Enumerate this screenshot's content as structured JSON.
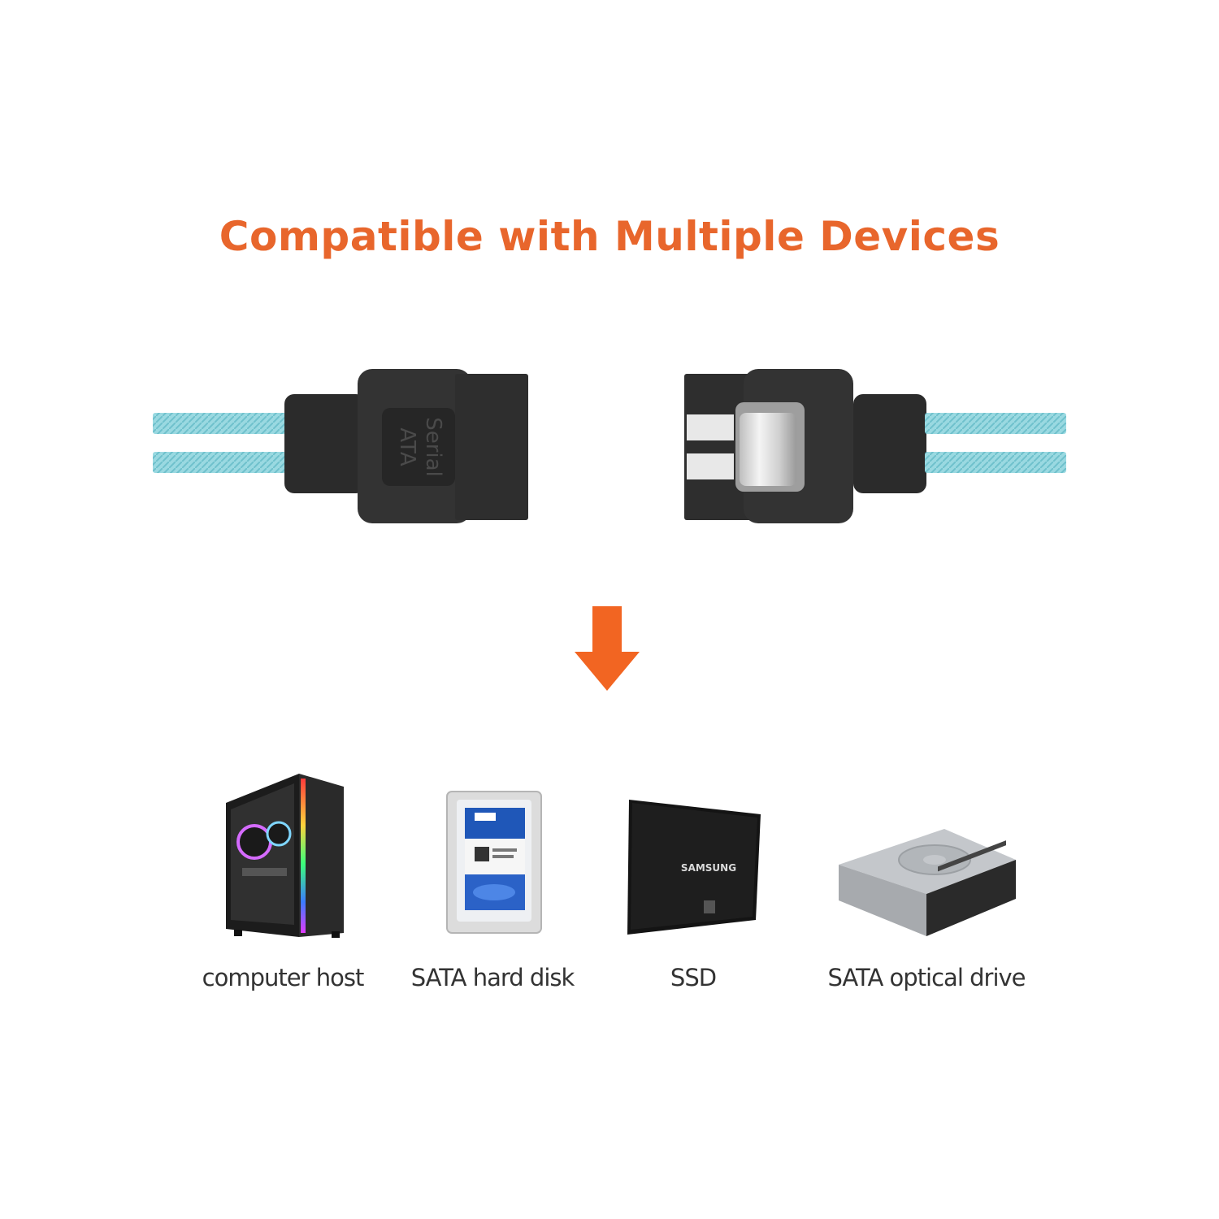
{
  "headline": "Compatible with Multiple Devices",
  "colors": {
    "accent": "#e8662c",
    "arrow": "#f26522",
    "cable": "#8fd3dc",
    "connector": "#2b2b2b"
  },
  "connector": {
    "left_embossed_line1": "Serial",
    "left_embossed_line2": "ATA"
  },
  "devices": [
    {
      "label": "computer host",
      "icon": "pc-tower-icon"
    },
    {
      "label": "SATA hard disk",
      "icon": "hard-disk-icon"
    },
    {
      "label": "SSD",
      "icon": "ssd-icon",
      "brand": "SAMSUNG"
    },
    {
      "label": "SATA optical drive",
      "icon": "optical-drive-icon"
    }
  ]
}
